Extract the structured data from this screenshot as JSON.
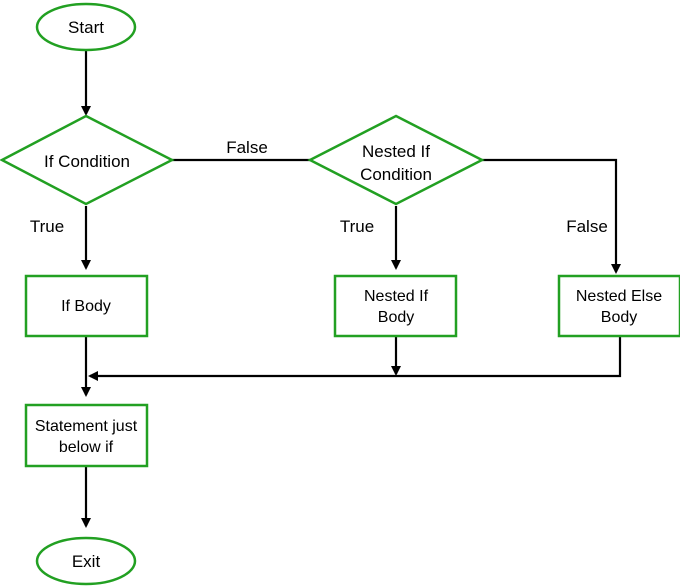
{
  "colors": {
    "node_border": "#22a022",
    "edge": "#000000",
    "text": "#000000",
    "background": "#ffffff"
  },
  "nodes": {
    "start": {
      "shape": "ellipse",
      "label": "Start"
    },
    "if_condition": {
      "shape": "diamond",
      "label": "If Condition"
    },
    "nested_if_condition": {
      "shape": "diamond",
      "lines": [
        "Nested If",
        "Condition"
      ]
    },
    "if_body": {
      "shape": "rectangle",
      "label": "If Body"
    },
    "nested_if_body": {
      "shape": "rectangle",
      "lines": [
        "Nested If",
        "Body"
      ]
    },
    "nested_else_body": {
      "shape": "rectangle",
      "lines": [
        "Nested Else",
        "Body"
      ]
    },
    "statement_below_if": {
      "shape": "rectangle",
      "lines": [
        "Statement just",
        "below if"
      ]
    },
    "exit": {
      "shape": "ellipse",
      "label": "Exit"
    }
  },
  "edges": {
    "if_false": "False",
    "if_true": "True",
    "nested_true": "True",
    "nested_false": "False"
  }
}
